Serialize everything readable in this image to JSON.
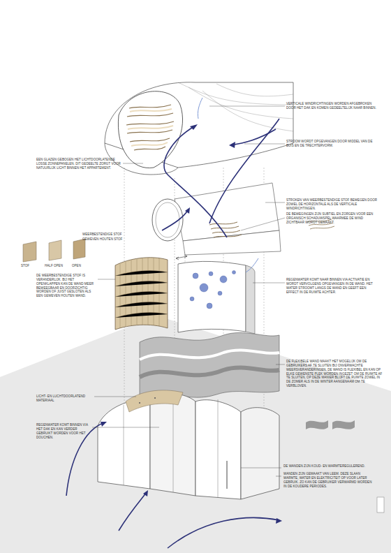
{
  "diagram": {
    "labels": [
      "VERTICALE WINDRICHTINGEN WORDEN AFGEBROKEN DOOR HET DAK EN KOMEN GEDEELTELIJK NAAR BINNEN.",
      "STROOM WORDT OPGEVANGEN DOOR MIDDEL VAN DE BUIS EN DE TRECHTERVORM.",
      "EEN GLAZEN GEBOGEN HET LICHTDOORLATENDE LOSSE ZONNEPANELEN. DIT GEDEELTE ZORGT VOOR NATUURLIJK LICHT BINNEN HET APPARTEMENT.",
      "STROKEN VAN WEERBESTENDIGE STOF BEWEGEN DOOR ZOWEL DE HORIZONTALE ALS DE VERTICALE WINDRICHTINGEN.",
      "DE BEWEGINGEN ZIJN SUBTIEL EN ZORGEN VOOR EEN ORGANISCH SCHADUWSPEL WAARMEE DE WIND ZICHTBAAR WORDT GEMAAKT.",
      "WEERBESTENDIGE STOF",
      "GEWEVEN HOUTEN STOF",
      "STOF",
      "HALF OPEN",
      "OPEN",
      "DE WEERBESTENDIGE STOF IS VERANDERLIJK. BIJ HET OPENKLAPPEN KAN DE WAND MEER BEWEEGBAAR EN DOORZICHTIG WORDEN OF JUIST GESLOTEN ALS EEN GEWEVEN HOUTEN WAND.",
      "REGENWATER KOMT NAAR BINNEN VIA ACTIVATIE EN WORDT VERVOLGENS OPGEVANGEN IN DE WAND. HET WATER STROOMT LANGS DE WAND EN GEEFT EEN EFFECT IN DE RUIMTE ACHTER.",
      "DE FLEXIBELE WAND MAAKT HET MOGELIJK OM DE GEBRUIKERS AF TE SLUITEN BIJ ONVERWACHTE WEERSVERANDERINGEN. DE WAND IS FLEXIBEL EN KAN OP ELKE GEWENSTE PLEK WORDEN INGEZET OM DE RUIMTE AF TE SLUITEN, OP DEZE MANIER BLIJFT DE RUIMTE ZOWEL IN DE ZOMER ALS IN DE WINTER AANGENAAM OM TE VERBLIJVEN.",
      "LICHT- EN LUCHTDOORLATEND MATERIAAL",
      "REGENWATER KOMT BINNEN VIA HET DAK EN KAN VERDER GEBRUIKT WORDEN VOOR HET DOUCHEN.",
      "DE WANDEN ZIJN KOUD- EN WARMTEREGULEREND.",
      "WANDEN ZIJN GEMAAKT VAN LEEM. DEZE SLAAN WARMTE, WATER EN ELEKTRICITEIT OP VOOR LATER GEBRUIK. ZO KAN DE GEBRUIKER VERWARMD WORDEN IN DE KOUDERE PERIODES."
    ]
  }
}
